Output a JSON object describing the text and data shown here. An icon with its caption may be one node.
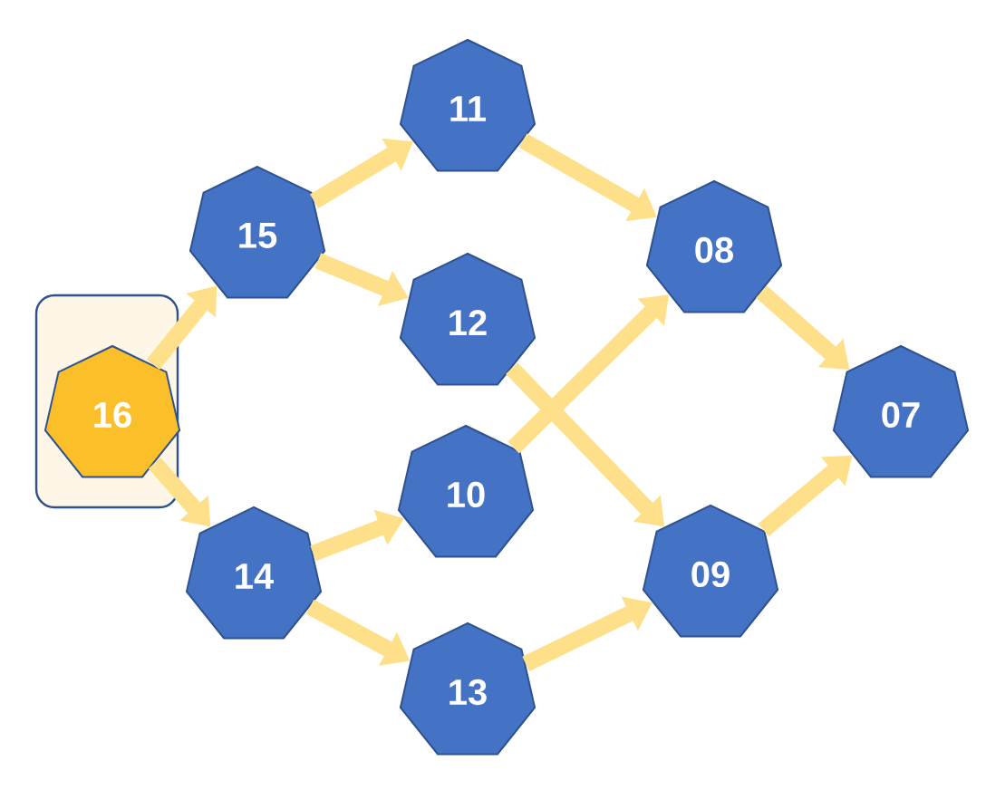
{
  "diagram": {
    "nodes": [
      {
        "text": [],
        "shape": "box"
      },
      {
        "text": [
          "16"
        ],
        "in": 0
      },
      {
        "text": [
          "15"
        ]
      },
      {
        "text": [
          "14"
        ]
      },
      {
        "text": [
          "11"
        ]
      },
      {
        "text": [
          "12"
        ]
      },
      {
        "text": [
          "10"
        ]
      },
      {
        "text": [
          "13"
        ]
      },
      {
        "text": [
          "08"
        ]
      },
      {
        "text": [
          "09"
        ]
      },
      {
        "text": [
          "07"
        ]
      }
    ],
    "edges": [
      {
        "from": 1,
        "to": 2,
        "arrow": "to"
      },
      {
        "from": 1,
        "to": 3,
        "arrow": "to"
      },
      {
        "from": 2,
        "to": 4,
        "arrow": "to"
      },
      {
        "from": 2,
        "to": 5,
        "arrow": "to"
      },
      {
        "from": 3,
        "to": 6,
        "arrow": "to"
      },
      {
        "from": 3,
        "to": 7,
        "arrow": "to"
      },
      {
        "from": 4,
        "to": 8,
        "arrow": "to"
      },
      {
        "from": 5,
        "to": 9,
        "arrow": "to"
      },
      {
        "from": 6,
        "to": 8,
        "arrow": "to"
      },
      {
        "from": 7,
        "to": 9,
        "arrow": "to"
      },
      {
        "from": 8,
        "to": 10,
        "arrow": "to"
      },
      {
        "from": 9,
        "to": 10,
        "arrow": "to"
      }
    ]
  }
}
